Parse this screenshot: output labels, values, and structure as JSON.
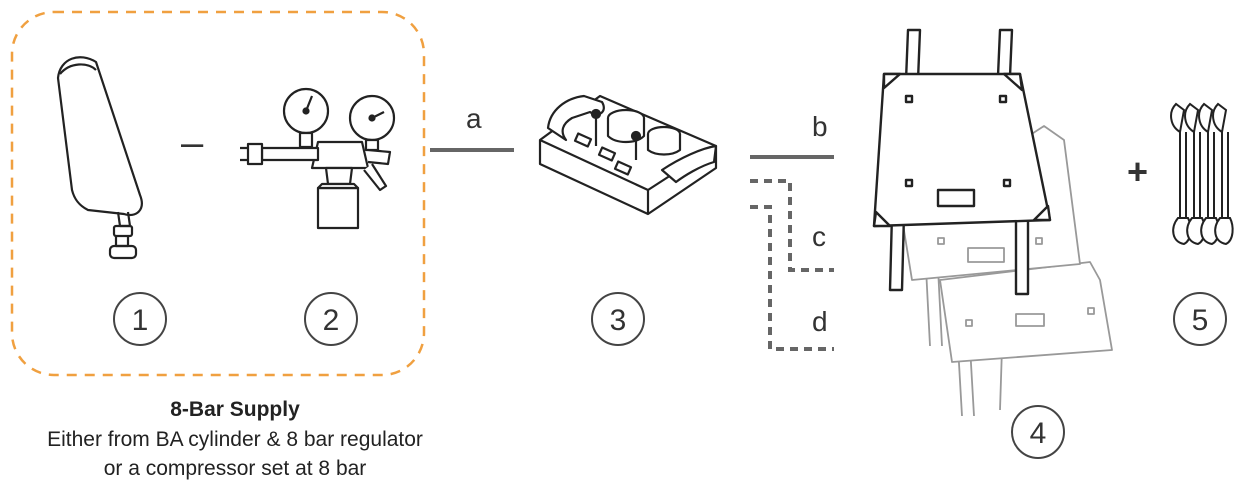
{
  "supply": {
    "title": "8-Bar Supply",
    "line1": "Either from BA cylinder & 8 bar regulator",
    "line2": "or a compressor set at 8 bar",
    "box_color": "#f0a040"
  },
  "items": [
    {
      "number": "1",
      "icon": "ba-cylinder-icon"
    },
    {
      "number": "2",
      "icon": "regulator-icon"
    },
    {
      "number": "3",
      "icon": "control-unit-icon"
    },
    {
      "number": "4",
      "icon": "lifting-bags-icon"
    },
    {
      "number": "5",
      "icon": "straps-icon"
    }
  ],
  "hoses": [
    {
      "label": "a",
      "style": "solid"
    },
    {
      "label": "b",
      "style": "solid"
    },
    {
      "label": "c",
      "style": "dashed"
    },
    {
      "label": "d",
      "style": "dashed"
    }
  ],
  "symbols": {
    "dash": "–",
    "plus": "+"
  },
  "colors": {
    "line": "#666666",
    "outline": "#222222",
    "accent": "#f0a040"
  }
}
